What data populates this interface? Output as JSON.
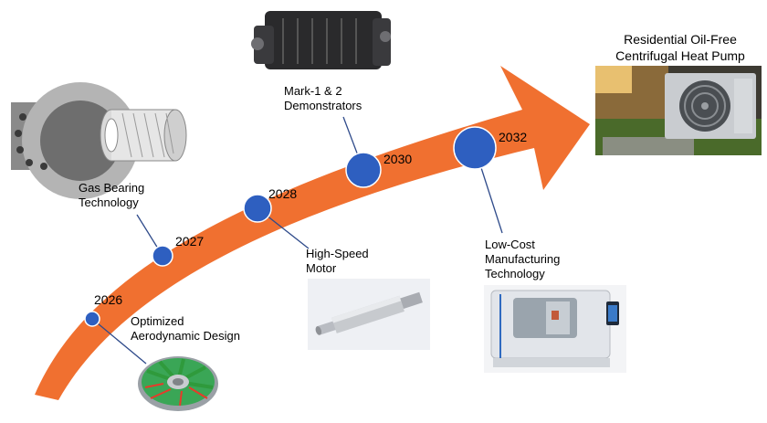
{
  "colors": {
    "arrow": "#f07030",
    "milestone": "#2e5fc0",
    "milestone_edge": "#ffffff",
    "leader": "#2e4a8a"
  },
  "milestones": [
    {
      "year": "2026",
      "label_lines": [
        "Optimized",
        "Aerodynamic Design"
      ],
      "image": "impeller-image"
    },
    {
      "year": "2027",
      "label_lines": [
        "Gas Bearing",
        "Technology"
      ],
      "image": "gas-bearing-image"
    },
    {
      "year": "2028",
      "label_lines": [
        "High-Speed",
        "Motor"
      ],
      "image": "motor-shaft-image"
    },
    {
      "year": "2030",
      "label_lines": [
        "Mark-1 & 2",
        "Demonstrators"
      ],
      "image": "compressor-image"
    },
    {
      "year": "2032",
      "label_lines": [
        "Low-Cost",
        "Manufacturing",
        "Technology"
      ],
      "image": "cnc-machine-image"
    }
  ],
  "goal": {
    "title_lines": [
      "Residential Oil-Free",
      "Centrifugal Heat Pump"
    ],
    "image": "heat-pump-photo"
  }
}
